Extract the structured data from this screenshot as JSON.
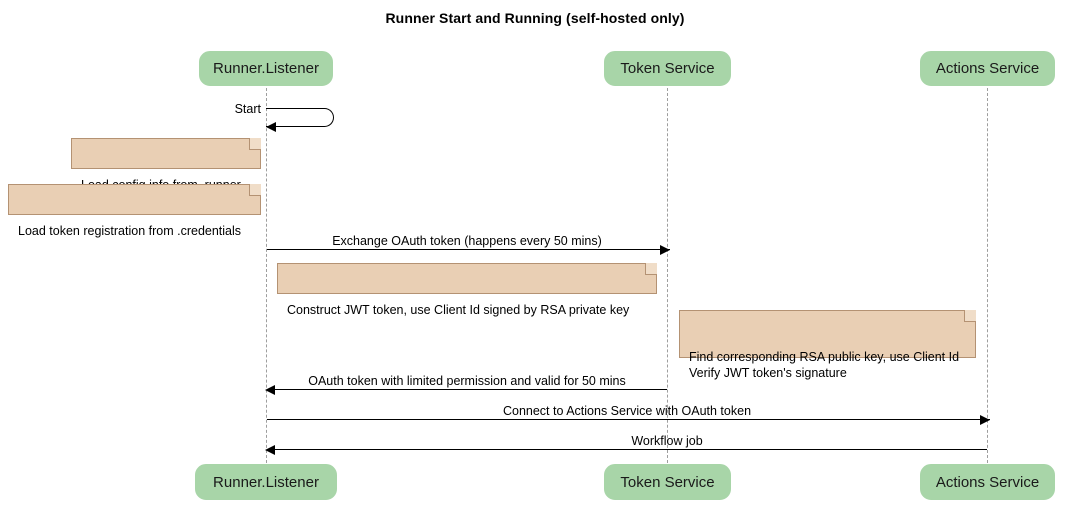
{
  "diagram": {
    "title": "Runner Start and Running (self-hosted only)",
    "type": "sequence-diagram",
    "colors": {
      "actor_fill": "#a8d5a8",
      "note_fill": "#e9cfb4",
      "note_border": "#b49273",
      "lifeline": "#9e9e9e",
      "line": "#000000",
      "background": "#ffffff"
    }
  },
  "actors": [
    {
      "id": "runner",
      "label": "Runner.Listener"
    },
    {
      "id": "token",
      "label": "Token Service"
    },
    {
      "id": "actions",
      "label": "Actions Service"
    }
  ],
  "actors_bottom": [
    {
      "id": "runner",
      "label": "Runner.Listener"
    },
    {
      "id": "token",
      "label": "Token Service"
    },
    {
      "id": "actions",
      "label": "Actions Service"
    }
  ],
  "messages": [
    {
      "id": "start",
      "label": "Start",
      "from": "runner",
      "to": "runner",
      "kind": "self"
    },
    {
      "id": "exchange-oauth-token",
      "label": "Exchange OAuth token (happens every 50 mins)",
      "from": "runner",
      "to": "token",
      "direction": "right"
    },
    {
      "id": "oauth-token-reply",
      "label": "OAuth token with limited permission and valid for 50 mins",
      "from": "token",
      "to": "runner",
      "direction": "left"
    },
    {
      "id": "connect-actions-service",
      "label": "Connect to Actions Service with OAuth token",
      "from": "runner",
      "to": "actions",
      "direction": "right"
    },
    {
      "id": "workflow-job",
      "label": "Workflow job",
      "from": "actions",
      "to": "runner",
      "direction": "left"
    }
  ],
  "notes": [
    {
      "id": "load-config-info",
      "text": "Load config info from .runner"
    },
    {
      "id": "load-token-registration",
      "text": "Load token registration from .credentials"
    },
    {
      "id": "construct-jwt-token",
      "text": "Construct JWT token, use Client Id signed by RSA private key"
    },
    {
      "id": "find-rsa-public-key",
      "text": "Find corresponding RSA public key, use Client Id\nVerify JWT token's signature"
    }
  ]
}
